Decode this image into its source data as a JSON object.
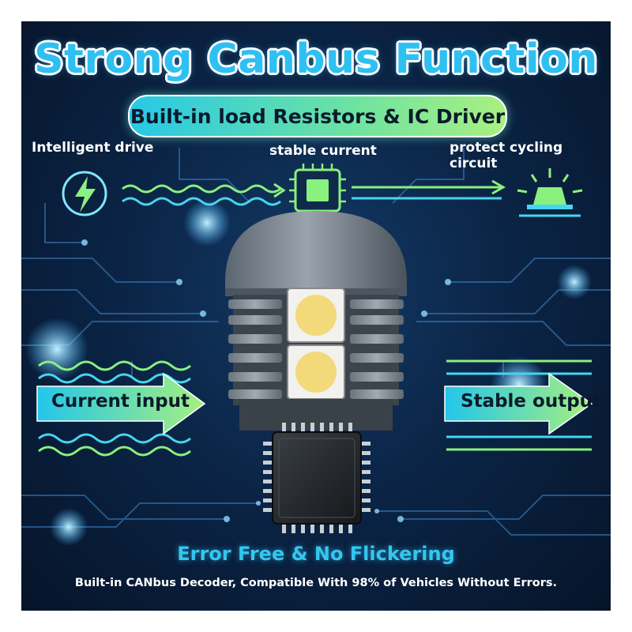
{
  "headline": "Strong Canbus Function",
  "subtitle": "Built-in load Resistors & IC Driver",
  "labels": {
    "intelligent_drive": "Intelligent drive",
    "stable_current": "stable current",
    "protect_circuit": "protect cycling circuit"
  },
  "arrows": {
    "input": "Current input",
    "output": "Stable output"
  },
  "footer": {
    "tagline": "Error Free & No Flickering",
    "description": "Built-in CANbus Decoder, Compatible With 98% of Vehicles Without Errors."
  },
  "icons": {
    "drive": "lightning-bolt-icon",
    "chip": "microchip-icon",
    "warning_light": "warning-light-icon"
  },
  "colors": {
    "accent_cyan": "#2fc0f2",
    "accent_green": "#8af07e",
    "background": "#0b2547"
  }
}
